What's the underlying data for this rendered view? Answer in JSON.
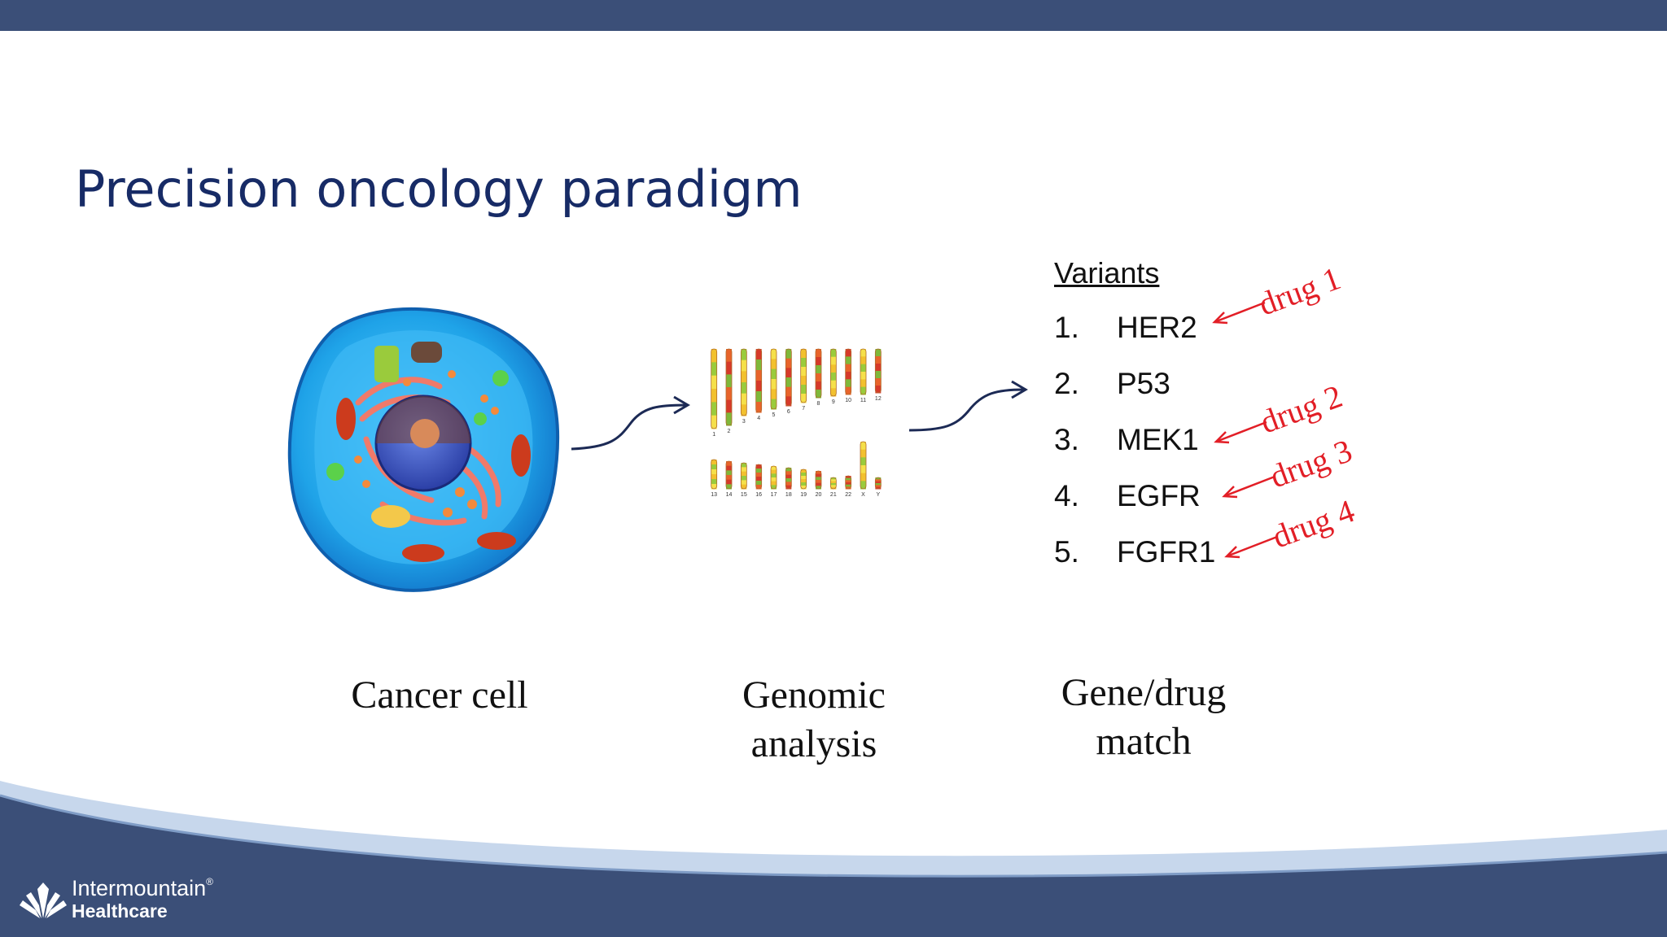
{
  "slide": {
    "title": "Precision oncology paradigm"
  },
  "variants": {
    "heading": "Variants",
    "items": [
      {
        "num": "1.",
        "name": "HER2"
      },
      {
        "num": "2.",
        "name": "P53"
      },
      {
        "num": "3.",
        "name": "MEK1"
      },
      {
        "num": "4.",
        "name": "EGFR"
      },
      {
        "num": "5.",
        "name": "FGFR1"
      }
    ]
  },
  "drugs": [
    "drug 1",
    "drug 2",
    "drug 3",
    "drug 4"
  ],
  "captions": {
    "cancer_cell": "Cancer cell",
    "genomic_line1": "Genomic",
    "genomic_line2": "analysis",
    "match_line1": "Gene/drug",
    "match_line2": "match"
  },
  "chromosomes": {
    "row1": [
      "1",
      "2",
      "3",
      "4",
      "5",
      "6",
      "7",
      "8",
      "9",
      "10",
      "11",
      "12"
    ],
    "row2": [
      "13",
      "14",
      "15",
      "16",
      "17",
      "18",
      "19",
      "20",
      "21",
      "22",
      "X",
      "Y"
    ]
  },
  "logo": {
    "name": "Intermountain",
    "mark": "®",
    "sub": "Healthcare"
  },
  "colors": {
    "top_bar": "#3b4f78",
    "title": "#172b66",
    "drug_annotation": "#e21e26",
    "footer_dark": "#3b4f78",
    "footer_light": "#c7d7ec"
  }
}
